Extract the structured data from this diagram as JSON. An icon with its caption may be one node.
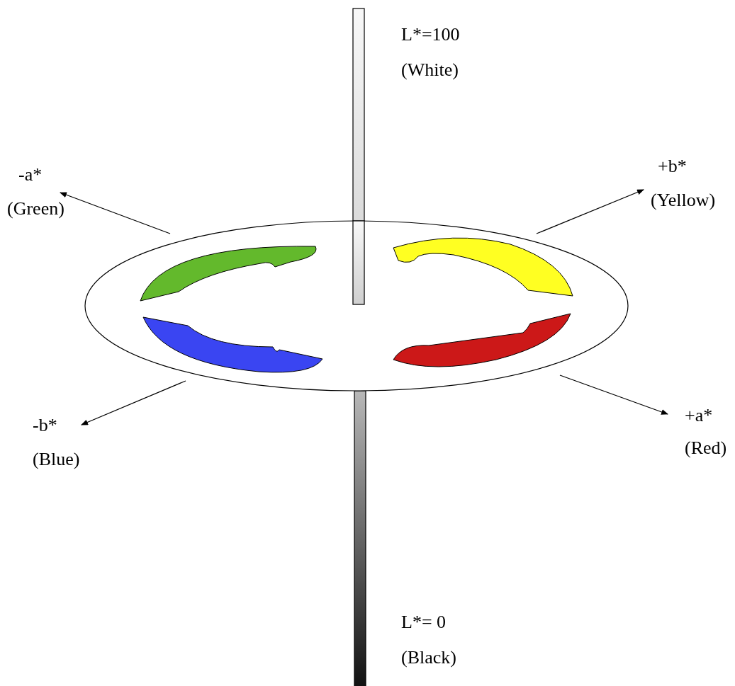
{
  "diagram": {
    "labels": [
      "L*=100",
      "(White)",
      "-a*",
      "(Green)",
      "+b*",
      "(Yellow)",
      "-b*",
      "(Blue)",
      "+a*",
      "(Red)",
      "L*= 0",
      "(Black)"
    ]
  }
}
